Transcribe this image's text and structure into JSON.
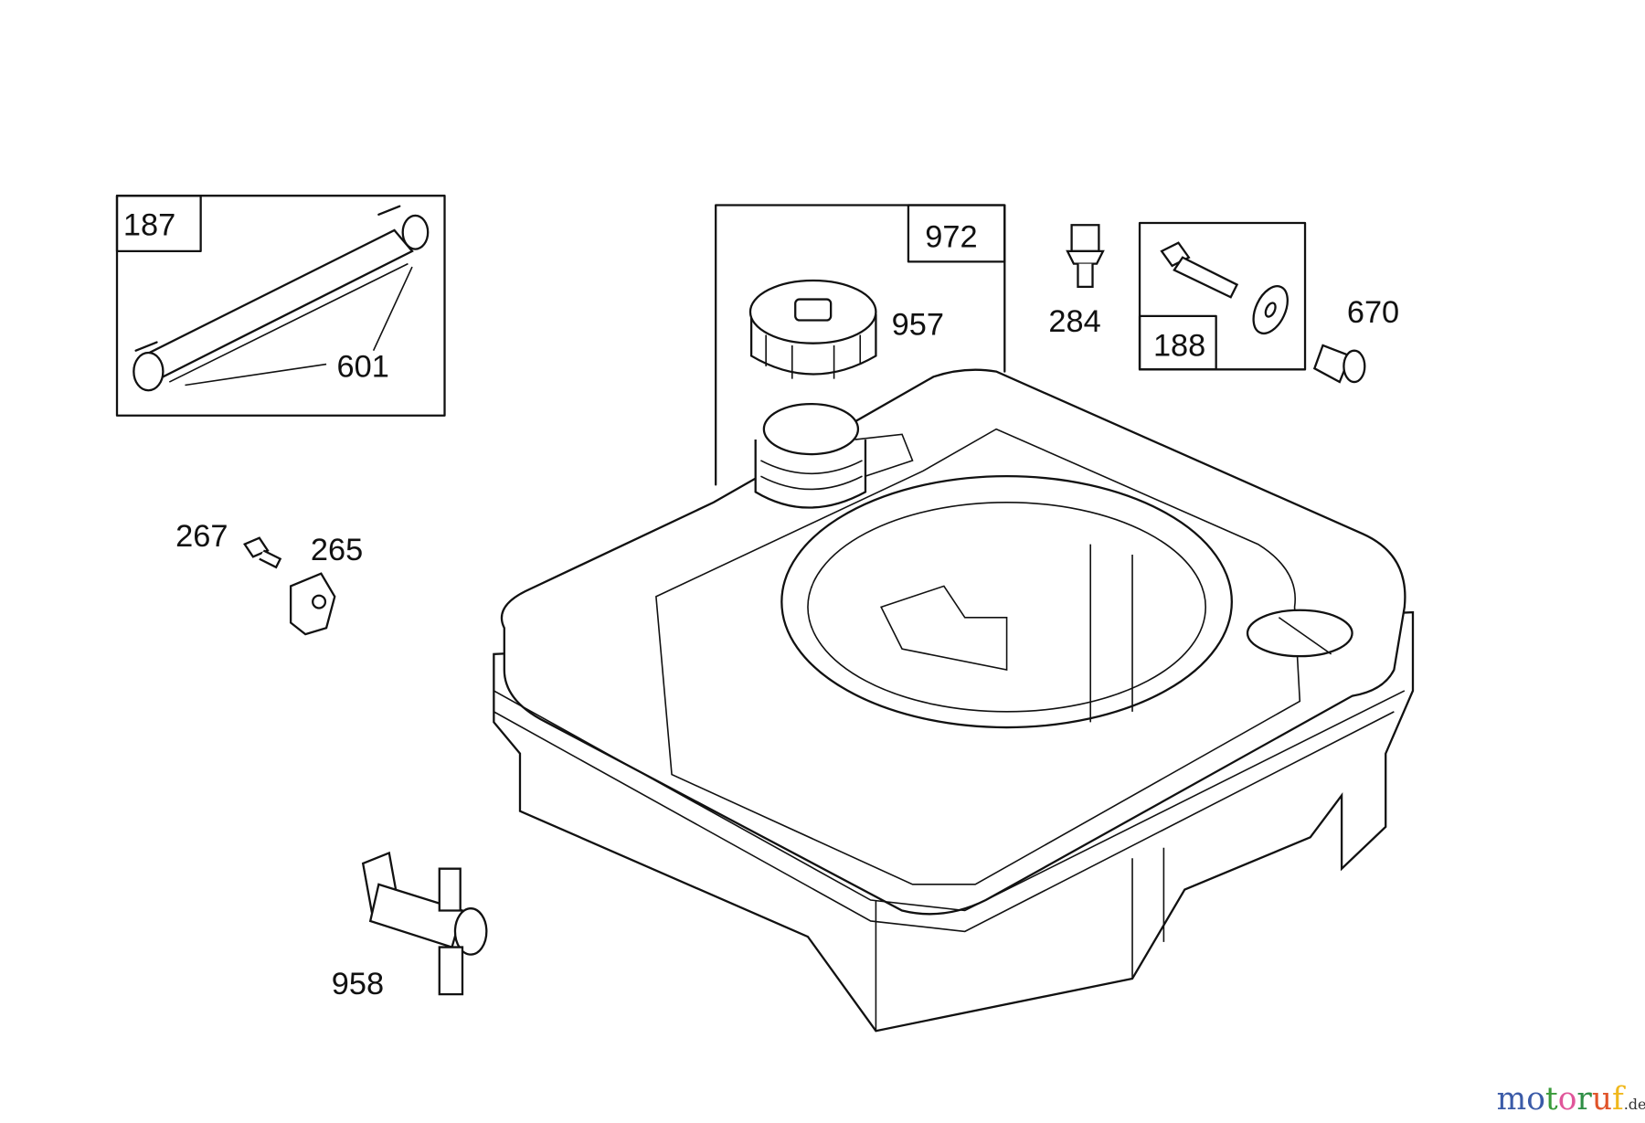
{
  "diagram": {
    "callouts": {
      "hose_kit": "187",
      "hose": "601",
      "cap_kit": "972",
      "fuel_cap": "957",
      "screw_284": "284",
      "bolt_kit": "188",
      "bushing": "670",
      "screw_267": "267",
      "clip": "265",
      "fuel_valve": "958"
    },
    "watermark": {
      "letters": [
        "m",
        "o",
        "t",
        "o",
        "r",
        "u",
        "f"
      ],
      "colors": [
        "#3b5ba8",
        "#3b5ba8",
        "#3a9b3a",
        "#e0569a",
        "#2f8f46",
        "#e0542a",
        "#f0b81c"
      ],
      "suffix": ".de"
    }
  }
}
